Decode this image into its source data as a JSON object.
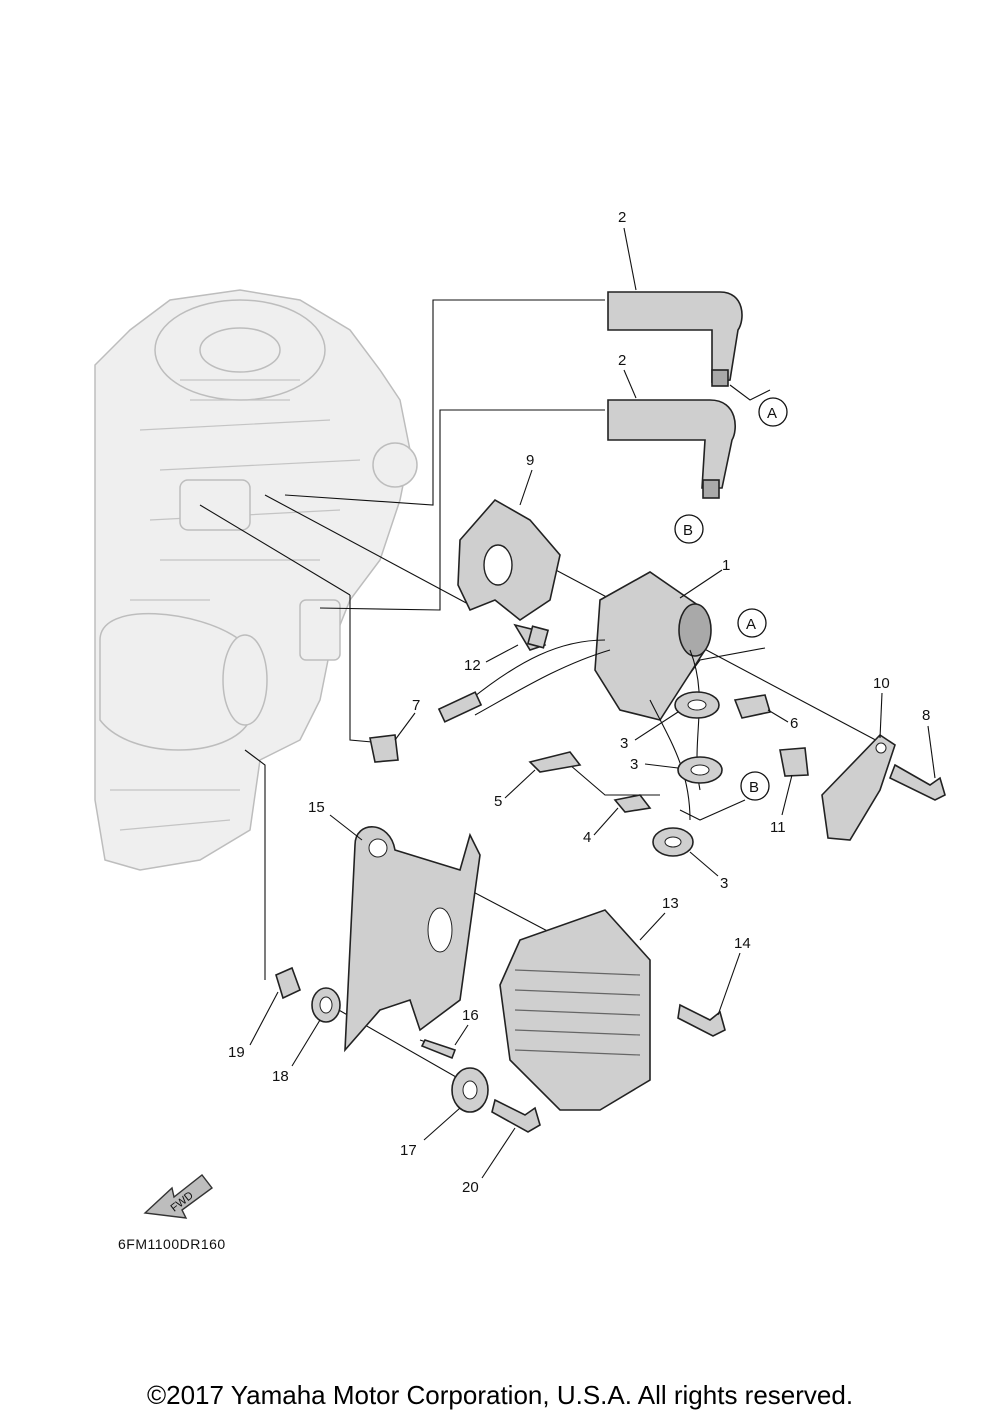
{
  "callouts": {
    "c1": "1",
    "c2a": "2",
    "c2b": "2",
    "c3a": "3",
    "c3b": "3",
    "c3c": "3",
    "c4": "4",
    "c5": "5",
    "c6": "6",
    "c7": "7",
    "c8": "8",
    "c9": "9",
    "c10": "10",
    "c11": "11",
    "c12": "12",
    "c13": "13",
    "c14": "14",
    "c15": "15",
    "c16": "16",
    "c17": "17",
    "c18": "18",
    "c19": "19",
    "c20": "20"
  },
  "connectors": {
    "a1": "A",
    "a2": "A",
    "b1": "B",
    "b2": "B"
  },
  "fwd_label": "FWD",
  "diagram_code": "6FM1100DR160",
  "copyright": "©2017 Yamaha Motor Corporation, U.S.A. All rights reserved."
}
